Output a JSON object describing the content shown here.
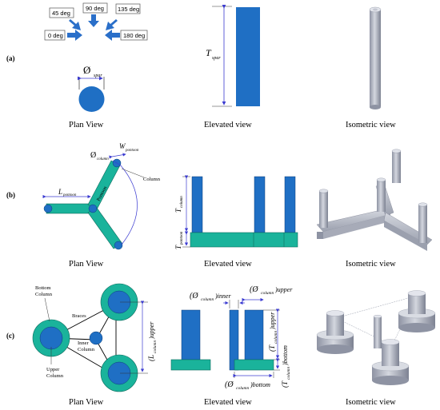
{
  "rows": [
    {
      "label": "(a)"
    },
    {
      "label": "(b)"
    },
    {
      "label": "(c)"
    }
  ],
  "view_titles": {
    "plan": "Plan View",
    "elevated": "Elevated view",
    "isometric": "Isometric view"
  },
  "wave_directions": [
    "0 deg",
    "45 deg",
    "90 deg",
    "135 deg",
    "180 deg"
  ],
  "row_a": {
    "diameter_symbol": "Ø",
    "diameter_sub": "spar",
    "draft_symbol": "T",
    "draft_sub": "spar"
  },
  "row_b": {
    "diameter_symbol": "Ø",
    "diameter_sub": "column",
    "width_symbol": "W",
    "width_sub": "pontoon",
    "length_symbol": "L",
    "length_sub": "pontoon",
    "pontoon_label": "Pontoon",
    "column_label": "Column",
    "t_column_symbol": "T",
    "t_column_sub": "column",
    "t_pontoon_symbol": "T",
    "t_pontoon_sub": "pontoon"
  },
  "row_c": {
    "bottom_column_line1": "Bottom",
    "bottom_column_line2": "Column",
    "braces": "Braces",
    "inner_column_line1": "Inner",
    "inner_column_line2": "Column",
    "upper_column_line1": "Upper",
    "upper_column_line2": "Column",
    "l_upper_symbol": "(L",
    "l_upper_sub": "column",
    "l_upper_tail": ")upper",
    "d_inner_symbol": "(Ø",
    "d_inner_sub": "column",
    "d_inner_tail": ")inner",
    "d_upper_symbol": "(Ø",
    "d_upper_sub": "column",
    "d_upper_tail": ")upper",
    "t_upper_symbol": "(T",
    "t_upper_sub": "column",
    "t_upper_tail": ")upper",
    "t_bottom_symbol": "(T",
    "t_bottom_sub": "column",
    "t_bottom_tail": ")bottom",
    "d_bottom_symbol": "(Ø",
    "d_bottom_sub": "column",
    "d_bottom_tail": ")bottom"
  },
  "colors": {
    "column_blue": "#1f6fc4",
    "pontoon_teal": "#1ab39b",
    "dimension_blue": "#3b3bd1",
    "iso_gray": "#b8bcc8"
  }
}
